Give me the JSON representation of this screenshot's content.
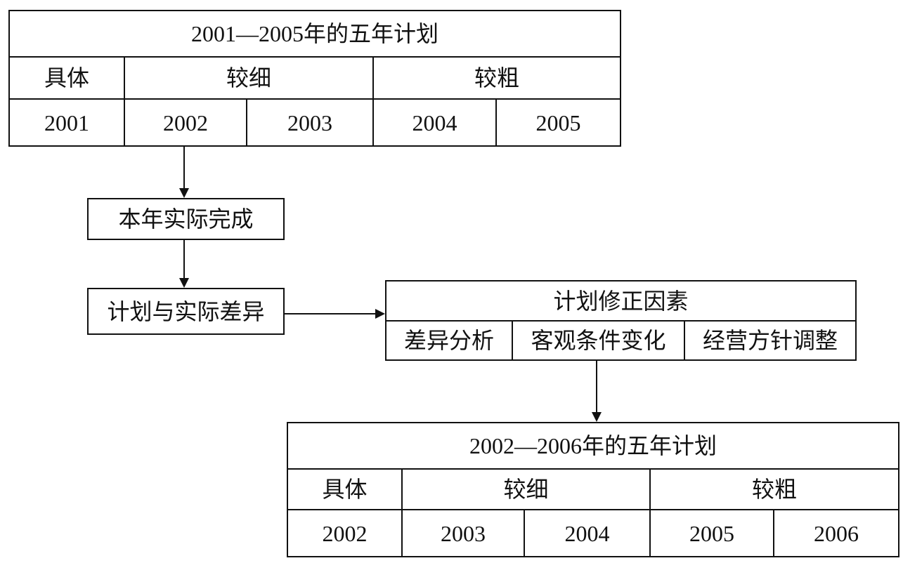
{
  "plan_top": {
    "title": "2001—2005年的五年计划",
    "levels": [
      "具体",
      "较细",
      "较粗"
    ],
    "years": [
      "2001",
      "2002",
      "2003",
      "2004",
      "2005"
    ]
  },
  "actual_box": "本年实际完成",
  "variance_box": "计划与实际差异",
  "revision": {
    "title": "计划修正因素",
    "factors": [
      "差异分析",
      "客观条件变化",
      "经营方针调整"
    ]
  },
  "plan_bottom": {
    "title": "2002—2006年的五年计划",
    "levels": [
      "具体",
      "较细",
      "较粗"
    ],
    "years": [
      "2002",
      "2003",
      "2004",
      "2005",
      "2006"
    ]
  },
  "colors": {
    "line": "#111111",
    "background": "#ffffff"
  }
}
